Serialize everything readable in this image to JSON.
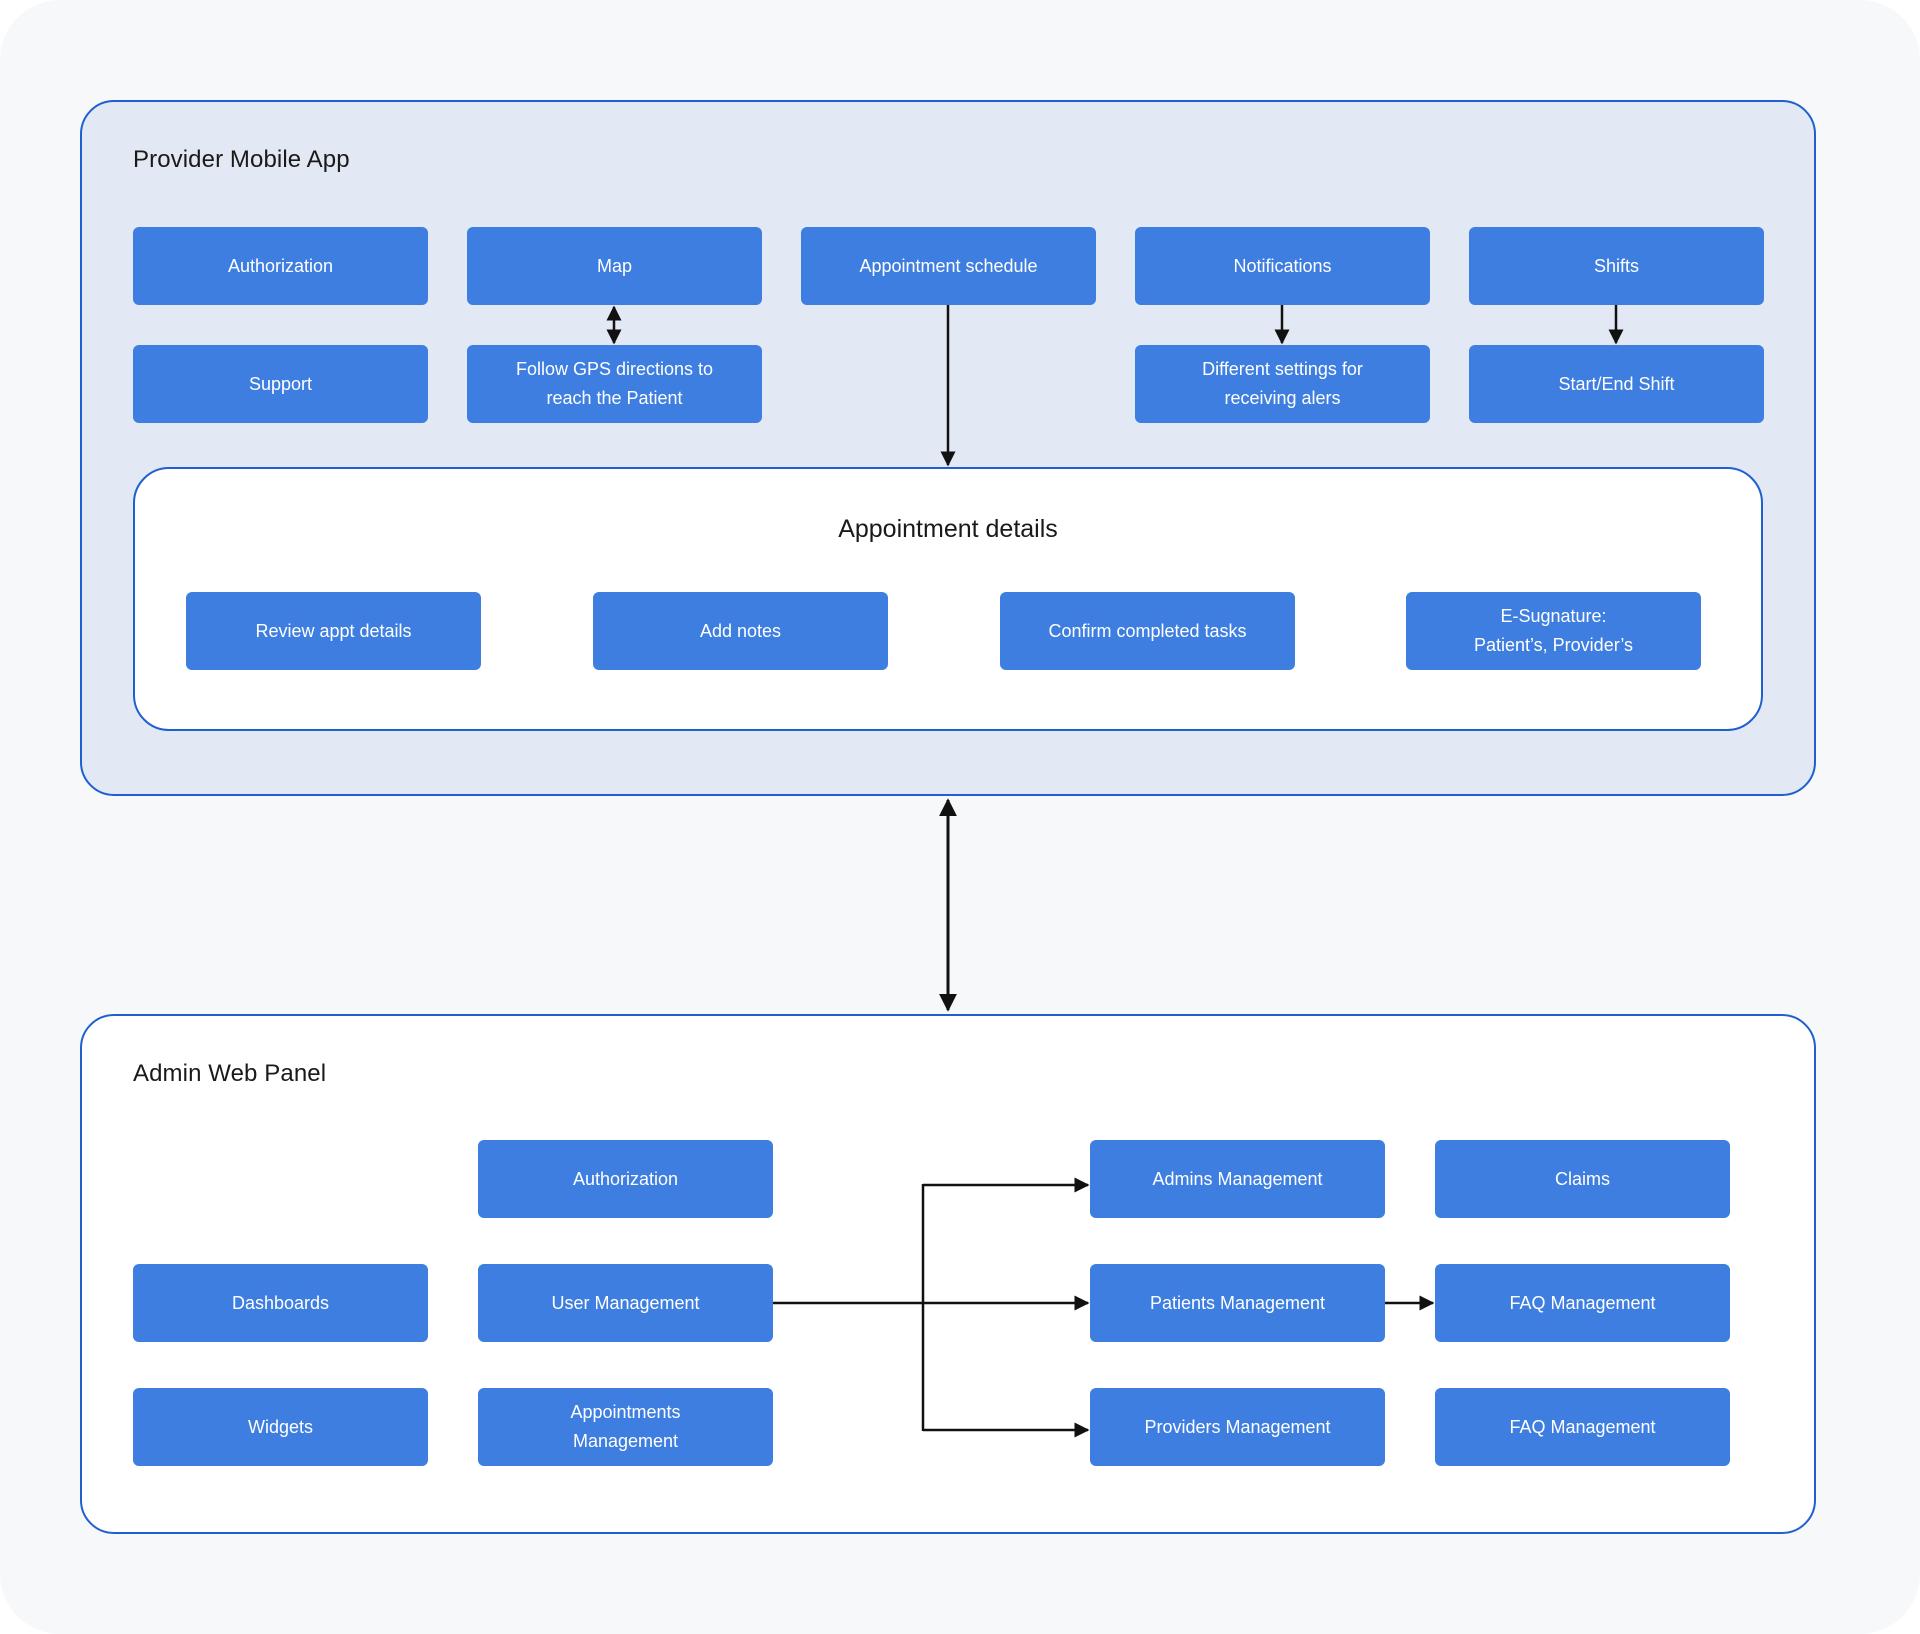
{
  "colors": {
    "background": "#f7f8fa",
    "panel_border": "#1f5fd0",
    "mobile_panel_fill": "#e2e9f4",
    "box_fill": "#3d7ee0",
    "box_text": "#ffffff",
    "arrow": "#111111"
  },
  "mobile": {
    "title": "Provider Mobile App",
    "boxes": {
      "authorization": "Authorization",
      "map": "Map",
      "appointment_schedule": "Appointment schedule",
      "notifications": "Notifications",
      "shifts": "Shifts",
      "support": "Support",
      "gps": "Follow GPS directions to reach the Patient",
      "alert_settings": "Different settings for receiving alers",
      "start_end_shift": "Start/End Shift"
    },
    "appointment_details": {
      "title": "Appointment details",
      "boxes": {
        "review": "Review appt details",
        "notes": "Add notes",
        "confirm": "Confirm completed tasks",
        "esignature_line1": "E-Sugnature:",
        "esignature_line2": "Patient’s, Provider’s"
      }
    }
  },
  "admin": {
    "title": "Admin Web Panel",
    "boxes": {
      "authorization": "Authorization",
      "dashboards": "Dashboards",
      "user_management": "User Management",
      "widgets": "Widgets",
      "appointments_management": "Appointments Management",
      "admins_management": "Admins Management",
      "patients_management": "Patients Management",
      "providers_management": "Providers Management",
      "claims": "Claims",
      "faq_management_1": "FAQ Management",
      "faq_management_2": "FAQ Management"
    }
  }
}
